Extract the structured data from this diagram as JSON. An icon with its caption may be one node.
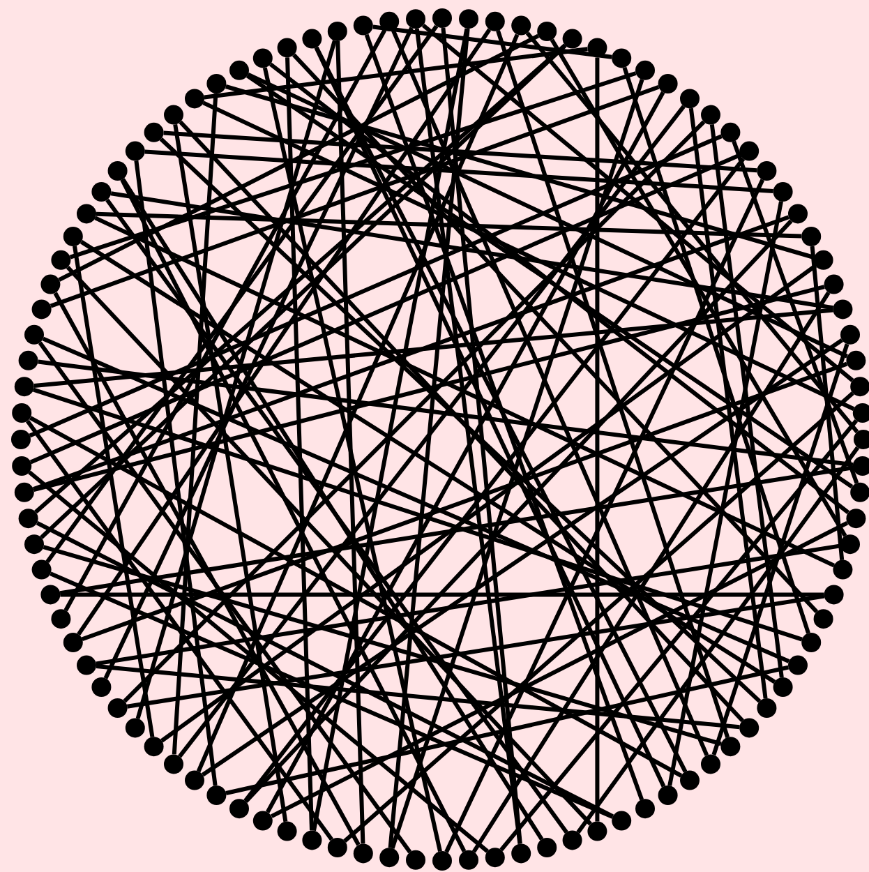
{
  "diagram": {
    "nodes": [
      {
        "text": [],
        "shape": "circle"
      },
      {
        "text": [],
        "shape": "circle"
      },
      {
        "text": [],
        "shape": "circle"
      },
      {
        "text": [],
        "shape": "circle"
      },
      {
        "text": [],
        "shape": "circle"
      },
      {
        "text": [],
        "shape": "circle"
      },
      {
        "text": [],
        "shape": "circle"
      },
      {
        "text": [],
        "shape": "circle"
      },
      {
        "text": [],
        "shape": "circle"
      },
      {
        "text": [],
        "shape": "circle"
      },
      {
        "text": [],
        "shape": "circle"
      },
      {
        "text": [],
        "shape": "circle"
      },
      {
        "text": [],
        "shape": "circle"
      },
      {
        "text": [],
        "shape": "circle"
      },
      {
        "text": [],
        "shape": "circle"
      },
      {
        "text": [],
        "shape": "circle"
      },
      {
        "text": [],
        "shape": "circle"
      },
      {
        "text": [],
        "shape": "circle"
      },
      {
        "text": [],
        "shape": "circle"
      },
      {
        "text": [],
        "shape": "circle"
      },
      {
        "text": [],
        "shape": "circle"
      },
      {
        "text": [],
        "shape": "circle"
      },
      {
        "text": [],
        "shape": "circle"
      },
      {
        "text": [],
        "shape": "circle"
      },
      {
        "text": [],
        "shape": "circle"
      },
      {
        "text": [],
        "shape": "circle"
      },
      {
        "text": [],
        "shape": "circle"
      },
      {
        "text": [],
        "shape": "circle"
      },
      {
        "text": [],
        "shape": "circle"
      },
      {
        "text": [],
        "shape": "circle"
      },
      {
        "text": [],
        "shape": "circle"
      },
      {
        "text": [],
        "shape": "circle"
      },
      {
        "text": [],
        "shape": "circle"
      },
      {
        "text": [],
        "shape": "circle"
      },
      {
        "text": [],
        "shape": "circle"
      },
      {
        "text": [],
        "shape": "circle"
      },
      {
        "text": [],
        "shape": "circle"
      },
      {
        "text": [],
        "shape": "circle"
      },
      {
        "text": [],
        "shape": "circle"
      },
      {
        "text": [],
        "shape": "circle"
      },
      {
        "text": [],
        "shape": "circle"
      },
      {
        "text": [],
        "shape": "circle"
      },
      {
        "text": [],
        "shape": "circle"
      },
      {
        "text": [],
        "shape": "circle"
      },
      {
        "text": [],
        "shape": "circle"
      },
      {
        "text": [],
        "shape": "circle"
      },
      {
        "text": [],
        "shape": "circle"
      },
      {
        "text": [],
        "shape": "circle"
      },
      {
        "text": [],
        "shape": "circle"
      },
      {
        "text": [],
        "shape": "circle"
      },
      {
        "text": [],
        "shape": "circle"
      },
      {
        "text": [],
        "shape": "circle"
      },
      {
        "text": [],
        "shape": "circle"
      },
      {
        "text": [],
        "shape": "circle"
      },
      {
        "text": [],
        "shape": "circle"
      },
      {
        "text": [],
        "shape": "circle"
      },
      {
        "text": [],
        "shape": "circle"
      },
      {
        "text": [],
        "shape": "circle"
      },
      {
        "text": [],
        "shape": "circle"
      },
      {
        "text": [],
        "shape": "circle"
      },
      {
        "text": [],
        "shape": "circle"
      },
      {
        "text": [],
        "shape": "circle"
      },
      {
        "text": [],
        "shape": "circle"
      },
      {
        "text": [],
        "shape": "circle"
      },
      {
        "text": [],
        "shape": "circle"
      },
      {
        "text": [],
        "shape": "circle"
      },
      {
        "text": [],
        "shape": "circle"
      },
      {
        "text": [],
        "shape": "circle"
      },
      {
        "text": [],
        "shape": "circle"
      },
      {
        "text": [],
        "shape": "circle"
      },
      {
        "text": [],
        "shape": "circle"
      },
      {
        "text": [],
        "shape": "circle"
      },
      {
        "text": [],
        "shape": "circle"
      },
      {
        "text": [],
        "shape": "circle"
      },
      {
        "text": [],
        "shape": "circle"
      },
      {
        "text": [],
        "shape": "circle"
      },
      {
        "text": [],
        "shape": "circle"
      },
      {
        "text": [],
        "shape": "circle"
      },
      {
        "text": [],
        "shape": "circle"
      },
      {
        "text": [],
        "shape": "circle"
      },
      {
        "text": [],
        "shape": "circle"
      },
      {
        "text": [],
        "shape": "circle"
      },
      {
        "text": [],
        "shape": "circle"
      },
      {
        "text": [],
        "shape": "circle"
      },
      {
        "text": [],
        "shape": "circle"
      },
      {
        "text": [],
        "shape": "circle"
      },
      {
        "text": [],
        "shape": "circle"
      },
      {
        "text": [],
        "shape": "circle"
      },
      {
        "text": [],
        "shape": "circle"
      },
      {
        "text": [],
        "shape": "circle"
      },
      {
        "text": [],
        "shape": "circle"
      },
      {
        "text": [],
        "shape": "circle"
      },
      {
        "text": [],
        "shape": "circle"
      },
      {
        "text": [],
        "shape": "circle"
      },
      {
        "text": [],
        "shape": "circle"
      },
      {
        "text": [],
        "shape": "circle"
      },
      {
        "text": [],
        "shape": "circle"
      },
      {
        "text": [],
        "shape": "circle"
      },
      {
        "text": [],
        "shape": "circle"
      },
      {
        "text": [],
        "shape": "circle"
      }
    ],
    "edges": [
      {
        "from": 0,
        "to": 47,
        "arrow": "none"
      },
      {
        "from": 1,
        "to": 55,
        "arrow": "none"
      },
      {
        "from": 2,
        "to": 38,
        "arrow": "none"
      },
      {
        "from": 3,
        "to": 60,
        "arrow": "none"
      },
      {
        "from": 4,
        "to": 29,
        "arrow": "none"
      },
      {
        "from": 5,
        "to": 71,
        "arrow": "none"
      },
      {
        "from": 6,
        "to": 44,
        "arrow": "none"
      },
      {
        "from": 7,
        "to": 33,
        "arrow": "none"
      },
      {
        "from": 8,
        "to": 52,
        "arrow": "none"
      },
      {
        "from": 9,
        "to": 80,
        "arrow": "none"
      },
      {
        "from": 10,
        "to": 36,
        "arrow": "none"
      },
      {
        "from": 11,
        "to": 64,
        "arrow": "none"
      },
      {
        "from": 12,
        "to": 27,
        "arrow": "none"
      },
      {
        "from": 13,
        "to": 58,
        "arrow": "none"
      },
      {
        "from": 14,
        "to": 88,
        "arrow": "none"
      },
      {
        "from": 15,
        "to": 41,
        "arrow": "none"
      },
      {
        "from": 16,
        "to": 73,
        "arrow": "none"
      },
      {
        "from": 17,
        "to": 30,
        "arrow": "none"
      },
      {
        "from": 18,
        "to": 62,
        "arrow": "none"
      },
      {
        "from": 19,
        "to": 49,
        "arrow": "none"
      },
      {
        "from": 20,
        "to": 85,
        "arrow": "none"
      },
      {
        "from": 21,
        "to": 39,
        "arrow": "none"
      },
      {
        "from": 22,
        "to": 67,
        "arrow": "none"
      },
      {
        "from": 23,
        "to": 54,
        "arrow": "none"
      },
      {
        "from": 24,
        "to": 90,
        "arrow": "none"
      },
      {
        "from": 25,
        "to": 45,
        "arrow": "none"
      },
      {
        "from": 26,
        "to": 78,
        "arrow": "none"
      },
      {
        "from": 28,
        "to": 57,
        "arrow": "none"
      },
      {
        "from": 31,
        "to": 69,
        "arrow": "none"
      },
      {
        "from": 32,
        "to": 94,
        "arrow": "none"
      },
      {
        "from": 34,
        "to": 59,
        "arrow": "none"
      },
      {
        "from": 35,
        "to": 83,
        "arrow": "none"
      },
      {
        "from": 37,
        "to": 66,
        "arrow": "none"
      },
      {
        "from": 40,
        "to": 76,
        "arrow": "none"
      },
      {
        "from": 42,
        "to": 97,
        "arrow": "none"
      },
      {
        "from": 43,
        "to": 70,
        "arrow": "none"
      },
      {
        "from": 46,
        "to": 86,
        "arrow": "none"
      },
      {
        "from": 48,
        "to": 74,
        "arrow": "none"
      },
      {
        "from": 50,
        "to": 93,
        "arrow": "none"
      },
      {
        "from": 51,
        "to": 79,
        "arrow": "none"
      },
      {
        "from": 53,
        "to": 81,
        "arrow": "none"
      },
      {
        "from": 56,
        "to": 89,
        "arrow": "none"
      },
      {
        "from": 61,
        "to": 91,
        "arrow": "none"
      },
      {
        "from": 63,
        "to": 96,
        "arrow": "none"
      },
      {
        "from": 65,
        "to": 99,
        "arrow": "none"
      },
      {
        "from": 68,
        "to": 98,
        "arrow": "none"
      },
      {
        "from": 72,
        "to": 5,
        "arrow": "none"
      },
      {
        "from": 75,
        "to": 12,
        "arrow": "none"
      },
      {
        "from": 77,
        "to": 20,
        "arrow": "none"
      },
      {
        "from": 82,
        "to": 8,
        "arrow": "none"
      },
      {
        "from": 84,
        "to": 30,
        "arrow": "none"
      },
      {
        "from": 87,
        "to": 15,
        "arrow": "none"
      },
      {
        "from": 92,
        "to": 22,
        "arrow": "none"
      },
      {
        "from": 95,
        "to": 40,
        "arrow": "none"
      },
      {
        "from": 0,
        "to": 70,
        "arrow": "none"
      },
      {
        "from": 3,
        "to": 25,
        "arrow": "none"
      },
      {
        "from": 6,
        "to": 90,
        "arrow": "none"
      },
      {
        "from": 9,
        "to": 57,
        "arrow": "none"
      },
      {
        "from": 11,
        "to": 35,
        "arrow": "none"
      },
      {
        "from": 14,
        "to": 50,
        "arrow": "none"
      },
      {
        "from": 17,
        "to": 84,
        "arrow": "none"
      },
      {
        "from": 19,
        "to": 73,
        "arrow": "none"
      },
      {
        "from": 21,
        "to": 60,
        "arrow": "none"
      },
      {
        "from": 24,
        "to": 48,
        "arrow": "none"
      },
      {
        "from": 27,
        "to": 92,
        "arrow": "none"
      },
      {
        "from": 29,
        "to": 66,
        "arrow": "none"
      },
      {
        "from": 33,
        "to": 77,
        "arrow": "none"
      },
      {
        "from": 36,
        "to": 88,
        "arrow": "none"
      },
      {
        "from": 38,
        "to": 71,
        "arrow": "none"
      },
      {
        "from": 41,
        "to": 95,
        "arrow": "none"
      },
      {
        "from": 44,
        "to": 82,
        "arrow": "none"
      },
      {
        "from": 47,
        "to": 99,
        "arrow": "none"
      },
      {
        "from": 49,
        "to": 86,
        "arrow": "none"
      },
      {
        "from": 52,
        "to": 1,
        "arrow": "none"
      },
      {
        "from": 55,
        "to": 94,
        "arrow": "none"
      },
      {
        "from": 58,
        "to": 16,
        "arrow": "none"
      },
      {
        "from": 61,
        "to": 10,
        "arrow": "none"
      },
      {
        "from": 64,
        "to": 31,
        "arrow": "none"
      },
      {
        "from": 67,
        "to": 2,
        "arrow": "none"
      },
      {
        "from": 69,
        "to": 26,
        "arrow": "none"
      },
      {
        "from": 72,
        "to": 43,
        "arrow": "none"
      },
      {
        "from": 74,
        "to": 13,
        "arrow": "none"
      },
      {
        "from": 76,
        "to": 54,
        "arrow": "none"
      },
      {
        "from": 79,
        "to": 34,
        "arrow": "none"
      },
      {
        "from": 81,
        "to": 4,
        "arrow": "none"
      },
      {
        "from": 83,
        "to": 62,
        "arrow": "none"
      },
      {
        "from": 85,
        "to": 45,
        "arrow": "none"
      },
      {
        "from": 87,
        "to": 59,
        "arrow": "none"
      },
      {
        "from": 89,
        "to": 37,
        "arrow": "none"
      },
      {
        "from": 91,
        "to": 18,
        "arrow": "none"
      },
      {
        "from": 93,
        "to": 28,
        "arrow": "none"
      },
      {
        "from": 96,
        "to": 53,
        "arrow": "none"
      },
      {
        "from": 97,
        "to": 7,
        "arrow": "none"
      },
      {
        "from": 98,
        "to": 39,
        "arrow": "none"
      },
      {
        "from": 99,
        "to": 23,
        "arrow": "none"
      }
    ]
  }
}
